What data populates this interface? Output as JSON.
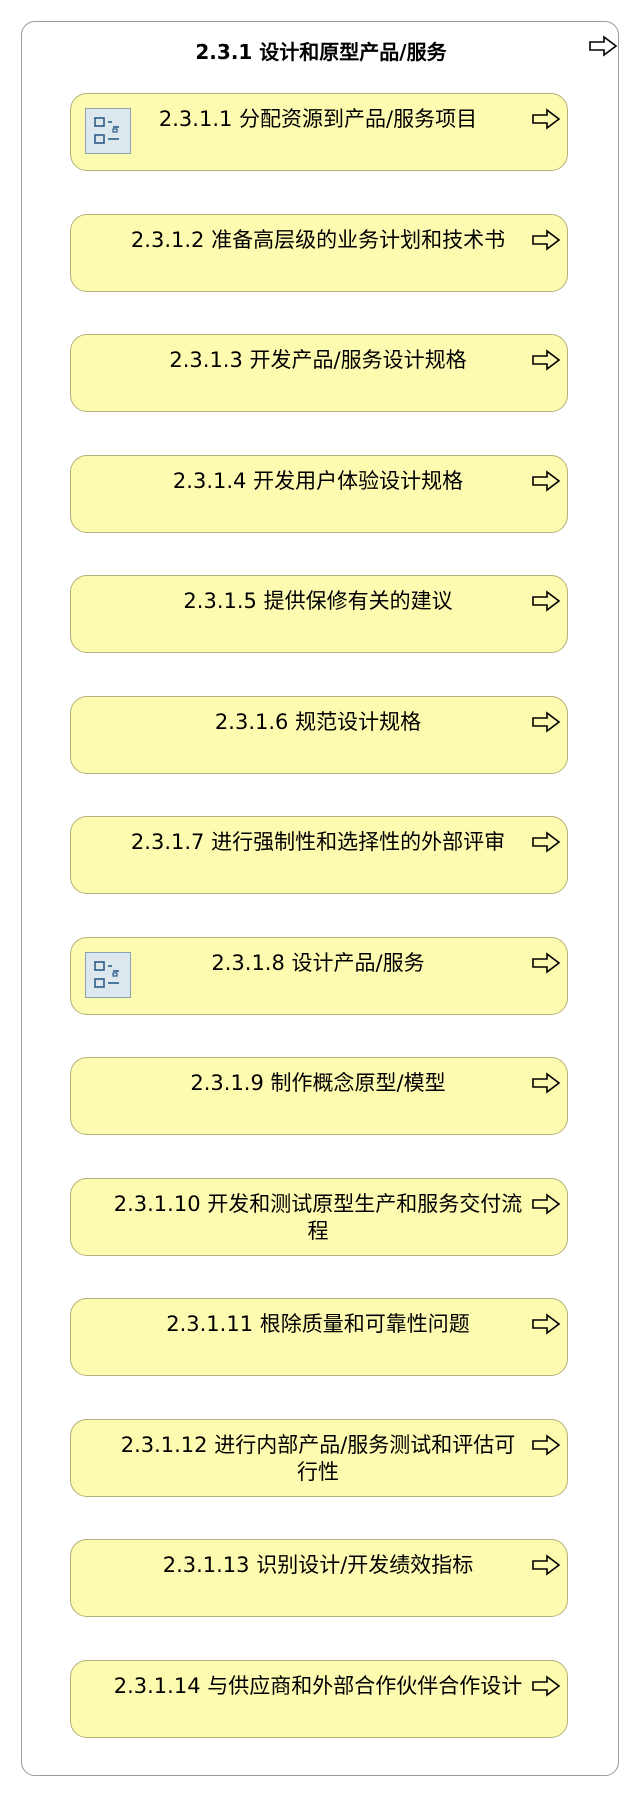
{
  "container": {
    "title": "2.3.1 设计和原型产品/服务",
    "icon": "arrow-right-outline-icon"
  },
  "cards": [
    {
      "title": "2.3.1.1 分配资源到产品/服务项目",
      "has_sub_icon": true
    },
    {
      "title": "2.3.1.2 准备高层级的业务计划和技术书",
      "has_sub_icon": false
    },
    {
      "title": "2.3.1.3 开发产品/服务设计规格",
      "has_sub_icon": false
    },
    {
      "title": "2.3.1.4 开发用户体验设计规格",
      "has_sub_icon": false
    },
    {
      "title": "2.3.1.5 提供保修有关的建议",
      "has_sub_icon": false
    },
    {
      "title": "2.3.1.6 规范设计规格",
      "has_sub_icon": false
    },
    {
      "title": "2.3.1.7 进行强制性和选择性的外部评审",
      "has_sub_icon": false
    },
    {
      "title": "2.3.1.8 设计产品/服务",
      "has_sub_icon": true
    },
    {
      "title": "2.3.1.9 制作概念原型/模型",
      "has_sub_icon": false
    },
    {
      "title": "2.3.1.10 开发和测试原型生产和服务交付流程",
      "has_sub_icon": false
    },
    {
      "title": "2.3.1.11 根除质量和可靠性问题",
      "has_sub_icon": false
    },
    {
      "title": "2.3.1.12 进行内部产品/服务测试和评估可行性",
      "has_sub_icon": false
    },
    {
      "title": "2.3.1.13 识别设计/开发绩效指标",
      "has_sub_icon": false
    },
    {
      "title": "2.3.1.14 与供应商和外部合作伙伴合作设计",
      "has_sub_icon": false
    }
  ],
  "colors": {
    "card_fill": "#fdfbb0",
    "card_border": "#b4b07a",
    "container_border": "#9b9b9b",
    "sub_icon_fill": "#dce8ee"
  }
}
